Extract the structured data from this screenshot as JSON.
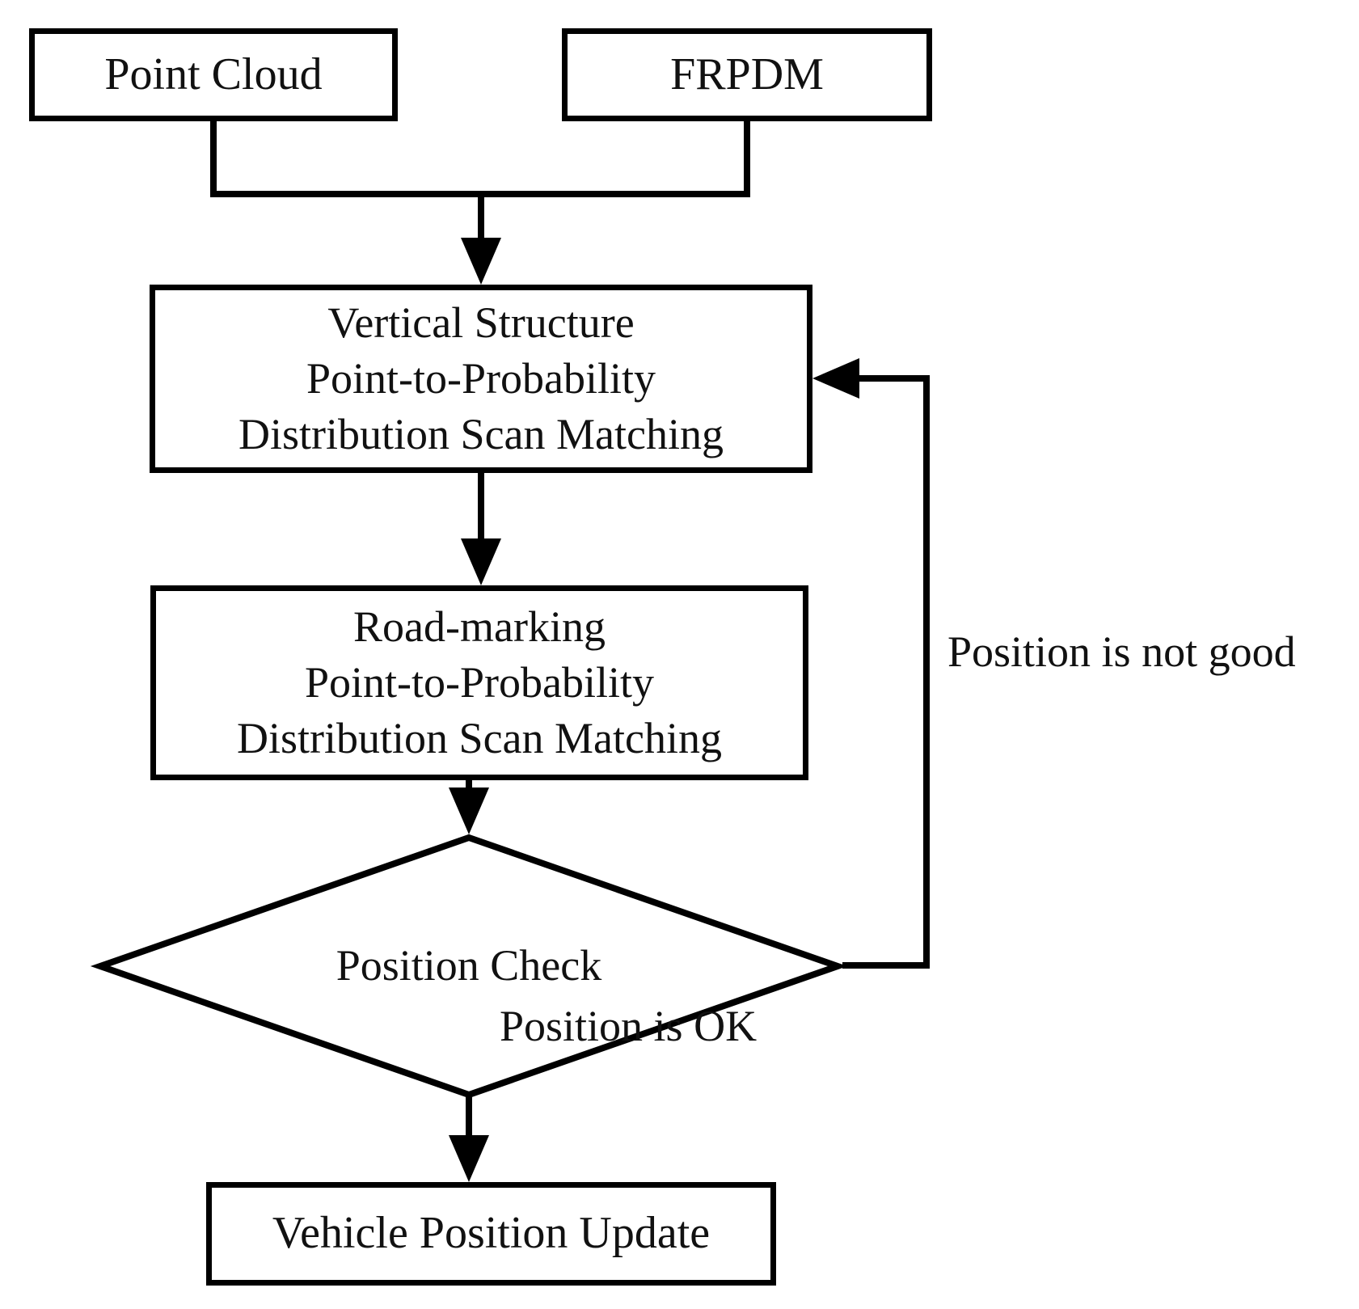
{
  "diagram": {
    "type": "flowchart",
    "title": "Point cloud map matching localization flowchart",
    "background_color": "#ffffff",
    "stroke_color": "#000000",
    "text_color": "#111111",
    "nodes": [
      {
        "id": "point-cloud",
        "shape": "rectangle",
        "lines": [
          "Point Cloud"
        ]
      },
      {
        "id": "frpdm",
        "shape": "rectangle",
        "lines": [
          "FRPDM"
        ]
      },
      {
        "id": "vertical-structure-matching",
        "shape": "rectangle",
        "lines": [
          "Vertical Structure",
          "Point-to-Probability",
          "Distribution Scan Matching"
        ]
      },
      {
        "id": "road-marking-matching",
        "shape": "rectangle",
        "lines": [
          "Road-marking",
          "Point-to-Probability",
          "Distribution Scan Matching"
        ]
      },
      {
        "id": "position-check",
        "shape": "diamond",
        "lines": [
          "Position Check"
        ]
      },
      {
        "id": "vehicle-position-update",
        "shape": "rectangle",
        "lines": [
          "Vehicle Position Update"
        ]
      }
    ],
    "edge_labels": [
      {
        "id": "not-good",
        "text": "Position is not good"
      },
      {
        "id": "ok",
        "text": "Position is OK"
      }
    ]
  }
}
